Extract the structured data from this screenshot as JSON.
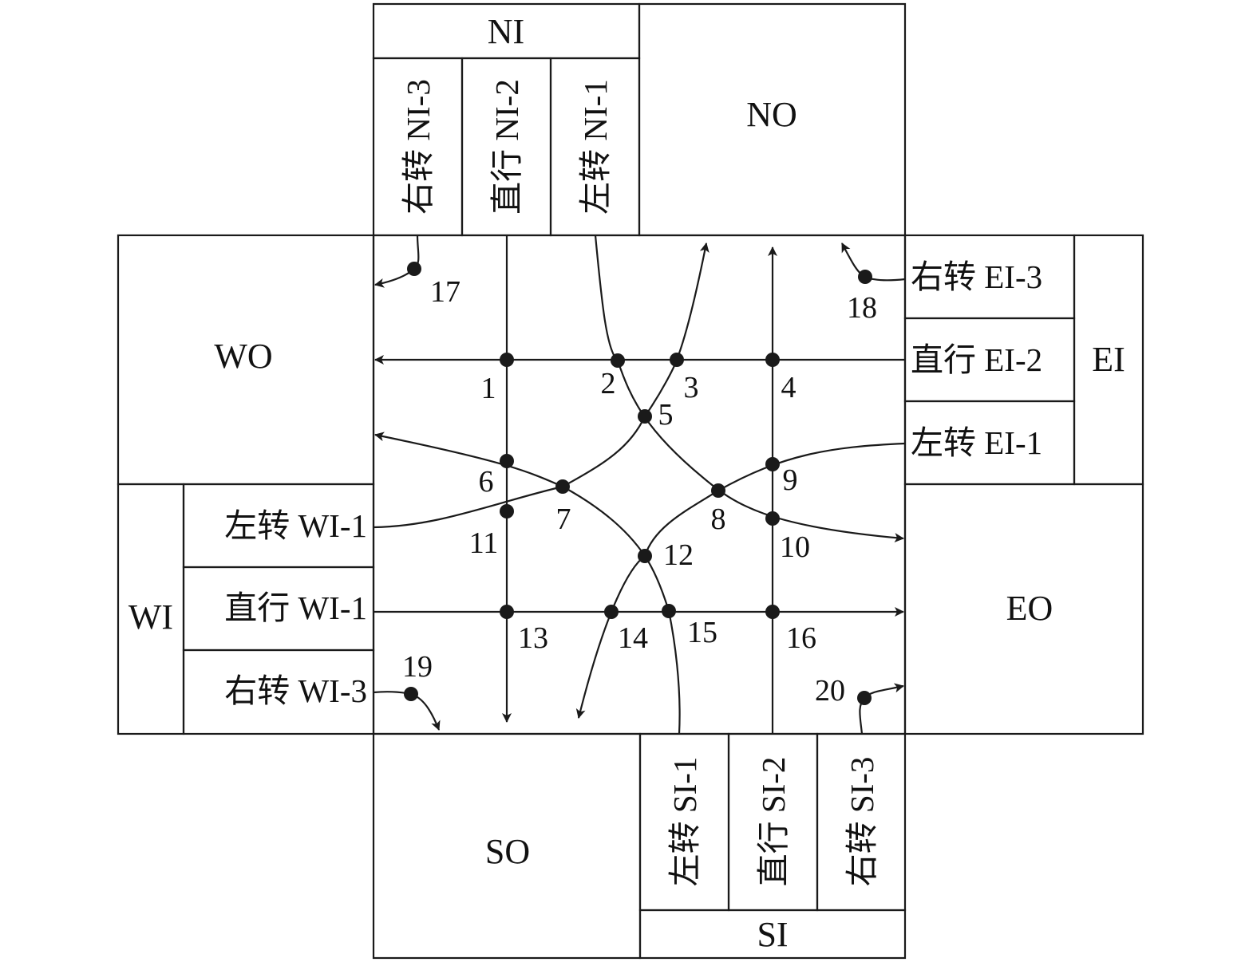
{
  "zones": {
    "ni": "NI",
    "no": "NO",
    "wo": "WO",
    "wi": "WI",
    "ei": "EI",
    "eo": "EO",
    "so": "SO",
    "si": "SI"
  },
  "lanes": {
    "ni_3": "右转 NI-3",
    "ni_2": "直行 NI-2",
    "ni_1": "左转 NI-1",
    "ei_3": "右转 EI-3",
    "ei_2": "直行 EI-2",
    "ei_1": "左转 EI-1",
    "wi_1_left": "左转 WI-1",
    "wi_1_straight": "直行 WI-1",
    "wi_3": "右转 WI-3",
    "si_1": "左转 SI-1",
    "si_2": "直行 SI-2",
    "si_3": "右转 SI-3"
  },
  "conflict_points": [
    "1",
    "2",
    "3",
    "4",
    "5",
    "6",
    "7",
    "8",
    "9",
    "10",
    "11",
    "12",
    "13",
    "14",
    "15",
    "16",
    "17",
    "18",
    "19",
    "20"
  ],
  "colors": {
    "line": "#1a1a1a",
    "text": "#111111",
    "background": "#ffffff"
  }
}
